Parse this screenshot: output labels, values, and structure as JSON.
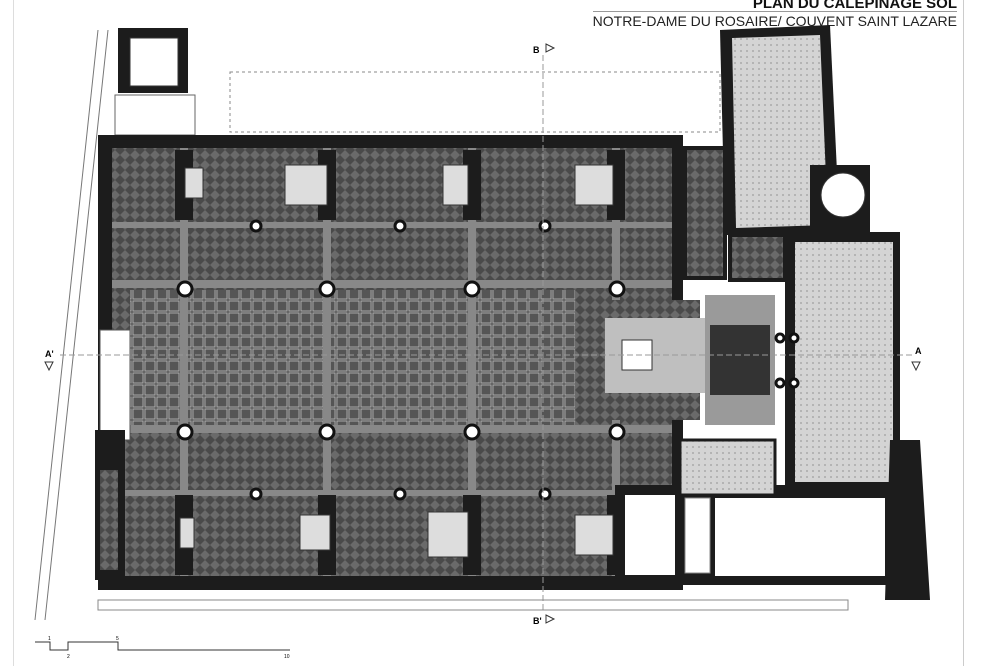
{
  "title": "PLAN DU CALEPINAGE SOL",
  "subtitle": "NOTRE-DAME DU ROSAIRE/ COUVENT SAINT LAZARE",
  "section_markers": {
    "top": "B",
    "bottom": "B'",
    "left": "A'",
    "right": "A"
  },
  "scale_bar": {
    "labels": [
      "1",
      "2",
      "5",
      "10"
    ]
  },
  "colors": {
    "wall": "#1c1c1c",
    "floor": "#5a5a5a",
    "light_floor": "#c8c8c8",
    "path": "#8a8a8a"
  }
}
